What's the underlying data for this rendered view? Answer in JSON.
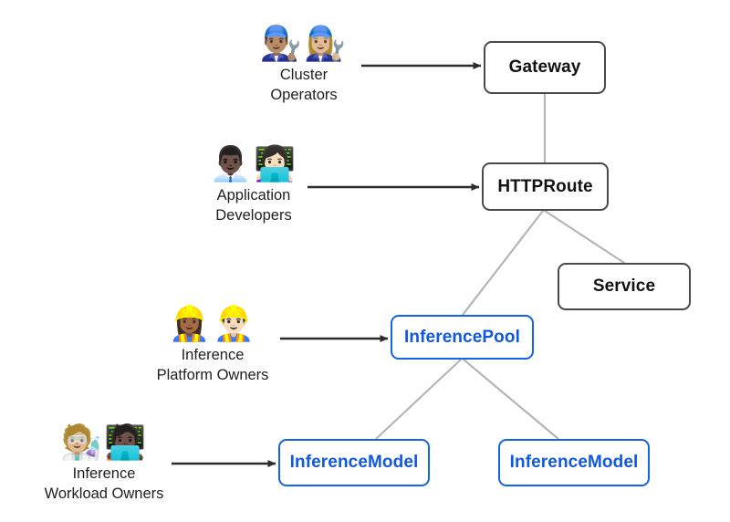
{
  "diagram": {
    "title": "Gateway API Inference Extension resource model and personas",
    "background_color": "#ffffff",
    "colors": {
      "node_border_dark": "#4a4a4a",
      "node_border_blue": "#1264e8",
      "node_text_blue": "#1058e0",
      "node_text_dark": "#121212",
      "edge_line": "#b5b5b5",
      "arrow": "#2b2b2b"
    },
    "nodes": [
      {
        "id": "gateway",
        "label": "Gateway",
        "style": "dark"
      },
      {
        "id": "httproute",
        "label": "HTTPRoute",
        "style": "dark"
      },
      {
        "id": "service",
        "label": "Service",
        "style": "dark"
      },
      {
        "id": "inferencepool",
        "label": "InferencePool",
        "style": "blue"
      },
      {
        "id": "inferencemodel_1",
        "label": "InferenceModel",
        "style": "blue"
      },
      {
        "id": "inferencemodel_2",
        "label": "InferenceModel",
        "style": "blue"
      }
    ],
    "edges": [
      {
        "from": "gateway",
        "to": "httproute"
      },
      {
        "from": "httproute",
        "to": "inferencepool"
      },
      {
        "from": "httproute",
        "to": "service"
      },
      {
        "from": "inferencepool",
        "to": "inferencemodel_1"
      },
      {
        "from": "inferencepool",
        "to": "inferencemodel_2"
      }
    ],
    "personas": [
      {
        "id": "cluster_operators",
        "emojis": "👨🏽‍🔧👩🏼‍🔧",
        "icon_names": [
          "mechanic-man-icon",
          "mechanic-woman-icon"
        ],
        "label_line1": "Cluster",
        "label_line2": "Operators",
        "points_to": "gateway"
      },
      {
        "id": "application_developers",
        "emojis": "👨🏿‍💼👩🏻‍💻",
        "icon_names": [
          "office-worker-man-icon",
          "technologist-woman-icon"
        ],
        "label_line1": "Application",
        "label_line2": "Developers",
        "points_to": "httproute"
      },
      {
        "id": "inference_platform_owners",
        "emojis": "👷🏾‍♀️👷🏻‍♂️",
        "icon_names": [
          "construction-worker-woman-icon",
          "construction-worker-man-icon"
        ],
        "label_line1": "Inference",
        "label_line2": "Platform Owners",
        "points_to": "inferencepool"
      },
      {
        "id": "inference_workload_owners",
        "emojis": "🧑🏼‍🔬🧑🏿‍💻",
        "icon_names": [
          "scientist-icon",
          "technologist-icon"
        ],
        "label_line1": "Inference",
        "label_line2": "Workload Owners",
        "points_to": "inferencemodel_1"
      }
    ]
  }
}
